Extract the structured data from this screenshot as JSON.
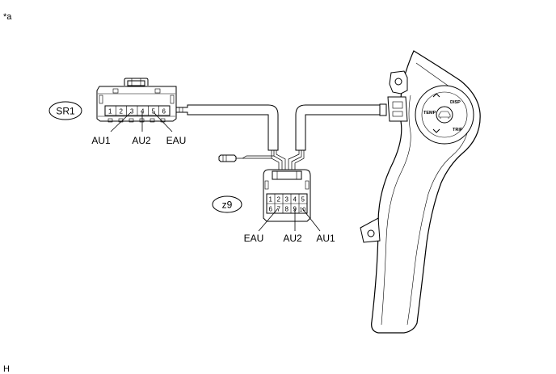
{
  "marks": {
    "corner_top": "*a",
    "corner_bottom": "H"
  },
  "connector_sr1": {
    "name": "SR1",
    "pins": [
      "1",
      "2",
      "3",
      "4",
      "5",
      "6"
    ],
    "labels": {
      "au1": "AU1",
      "au2": "AU2",
      "eau": "EAU"
    }
  },
  "connector_z9": {
    "name": "z9",
    "pins_top": [
      "1",
      "2",
      "3",
      "4",
      "5"
    ],
    "pins_bottom": [
      "6",
      "7",
      "8",
      "9",
      "10"
    ],
    "labels": {
      "eau": "EAU",
      "au2": "AU2",
      "au1": "AU1"
    }
  },
  "switch_pad": {
    "disp": "DISP",
    "temp": "TEMP",
    "trip": "TRIP"
  }
}
